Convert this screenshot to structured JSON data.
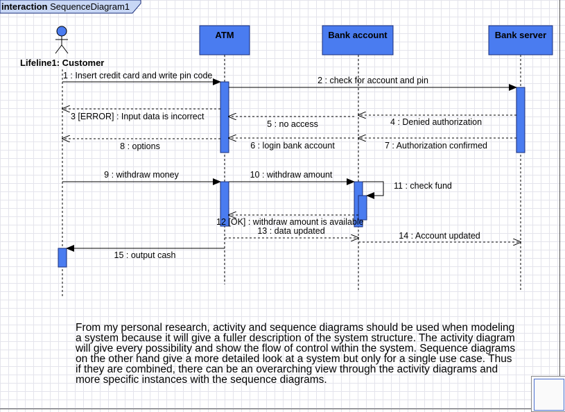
{
  "frame": {
    "keyword": "interaction",
    "name": "SequenceDiagram1"
  },
  "lifelines": [
    {
      "id": "customer",
      "label": "Lifeline1: Customer",
      "kind": "actor"
    },
    {
      "id": "atm",
      "label": "ATM",
      "kind": "box"
    },
    {
      "id": "bankaccount",
      "label": "Bank account",
      "kind": "box"
    },
    {
      "id": "bankserver",
      "label": "Bank server",
      "kind": "box"
    }
  ],
  "messages": [
    {
      "label": "1 : Insert credit card and write pin code",
      "from": "customer",
      "to": "atm",
      "type": "call"
    },
    {
      "label": "2 : check for account and pin",
      "from": "atm",
      "to": "bankserver",
      "type": "call"
    },
    {
      "label": "3 [ERROR] : Input data is incorrect",
      "from": "atm",
      "to": "customer",
      "type": "reply"
    },
    {
      "label": "4 : Denied authorization",
      "from": "bankserver",
      "to": "bankaccount",
      "type": "reply"
    },
    {
      "label": "5 : no access",
      "from": "bankaccount",
      "to": "atm",
      "type": "reply"
    },
    {
      "label": "6 : login bank account",
      "from": "bankaccount",
      "to": "atm",
      "type": "reply"
    },
    {
      "label": "7 : Authorization confirmed",
      "from": "bankserver",
      "to": "bankaccount",
      "type": "reply"
    },
    {
      "label": "8 : options",
      "from": "atm",
      "to": "customer",
      "type": "reply"
    },
    {
      "label": "9 : withdraw money",
      "from": "customer",
      "to": "atm",
      "type": "call"
    },
    {
      "label": "10 : withdraw amount",
      "from": "atm",
      "to": "bankaccount",
      "type": "call"
    },
    {
      "label": "11 : check fund",
      "from": "bankaccount",
      "to": "bankaccount",
      "type": "self"
    },
    {
      "label": "12 [OK] : withdraw amount is available",
      "from": "bankaccount",
      "to": "atm",
      "type": "reply"
    },
    {
      "label": "13 : data updated",
      "from": "atm",
      "to": "bankaccount",
      "type": "async"
    },
    {
      "label": "14 : Account updated",
      "from": "bankaccount",
      "to": "bankserver",
      "type": "async"
    },
    {
      "label": "15 : output cash",
      "from": "atm",
      "to": "customer",
      "type": "call"
    }
  ],
  "paragraph": "From my personal research, activity and sequence diagrams should be used when modeling a system because it will give a fuller description of the system structure. The activity diagram will give every possibility and show the flow of control within the system. Sequence diagrams on the other hand give a more detailed look at a system but only for a single use case.  Thus if they are combined, there can be an overarching view through the activity diagrams and more specific instances with the sequence diagrams.",
  "colors": {
    "box_fill": "#4a7cf0",
    "box_stroke": "#1a2e7a",
    "activation_fill": "#4a7cf0",
    "frame_tab": "#c8d7f5"
  }
}
